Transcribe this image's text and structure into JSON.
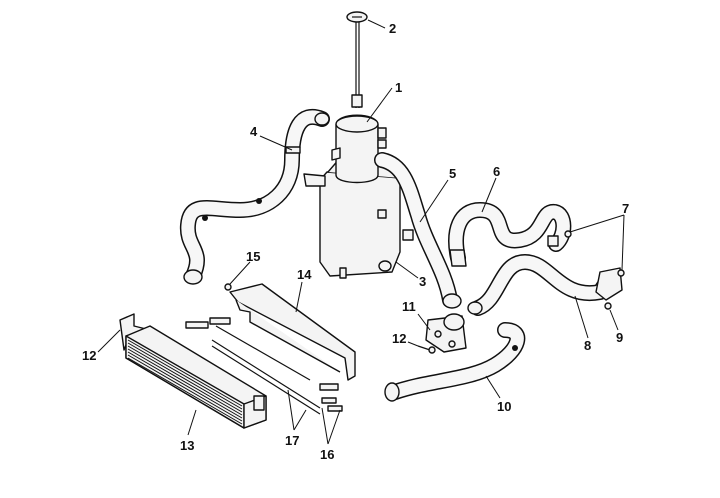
{
  "callouts": [
    {
      "id": "1",
      "text": "1"
    },
    {
      "id": "2",
      "text": "2"
    },
    {
      "id": "3",
      "text": "3"
    },
    {
      "id": "4",
      "text": "4"
    },
    {
      "id": "5",
      "text": "5"
    },
    {
      "id": "6",
      "text": "6"
    },
    {
      "id": "7",
      "text": "7"
    },
    {
      "id": "8",
      "text": "8"
    },
    {
      "id": "9",
      "text": "9"
    },
    {
      "id": "10",
      "text": "10"
    },
    {
      "id": "11",
      "text": "11"
    },
    {
      "id": "12a",
      "text": "12"
    },
    {
      "id": "12b",
      "text": "12"
    },
    {
      "id": "13",
      "text": "13"
    },
    {
      "id": "14",
      "text": "14"
    },
    {
      "id": "15",
      "text": "15"
    },
    {
      "id": "16",
      "text": "16"
    },
    {
      "id": "17",
      "text": "17"
    }
  ]
}
